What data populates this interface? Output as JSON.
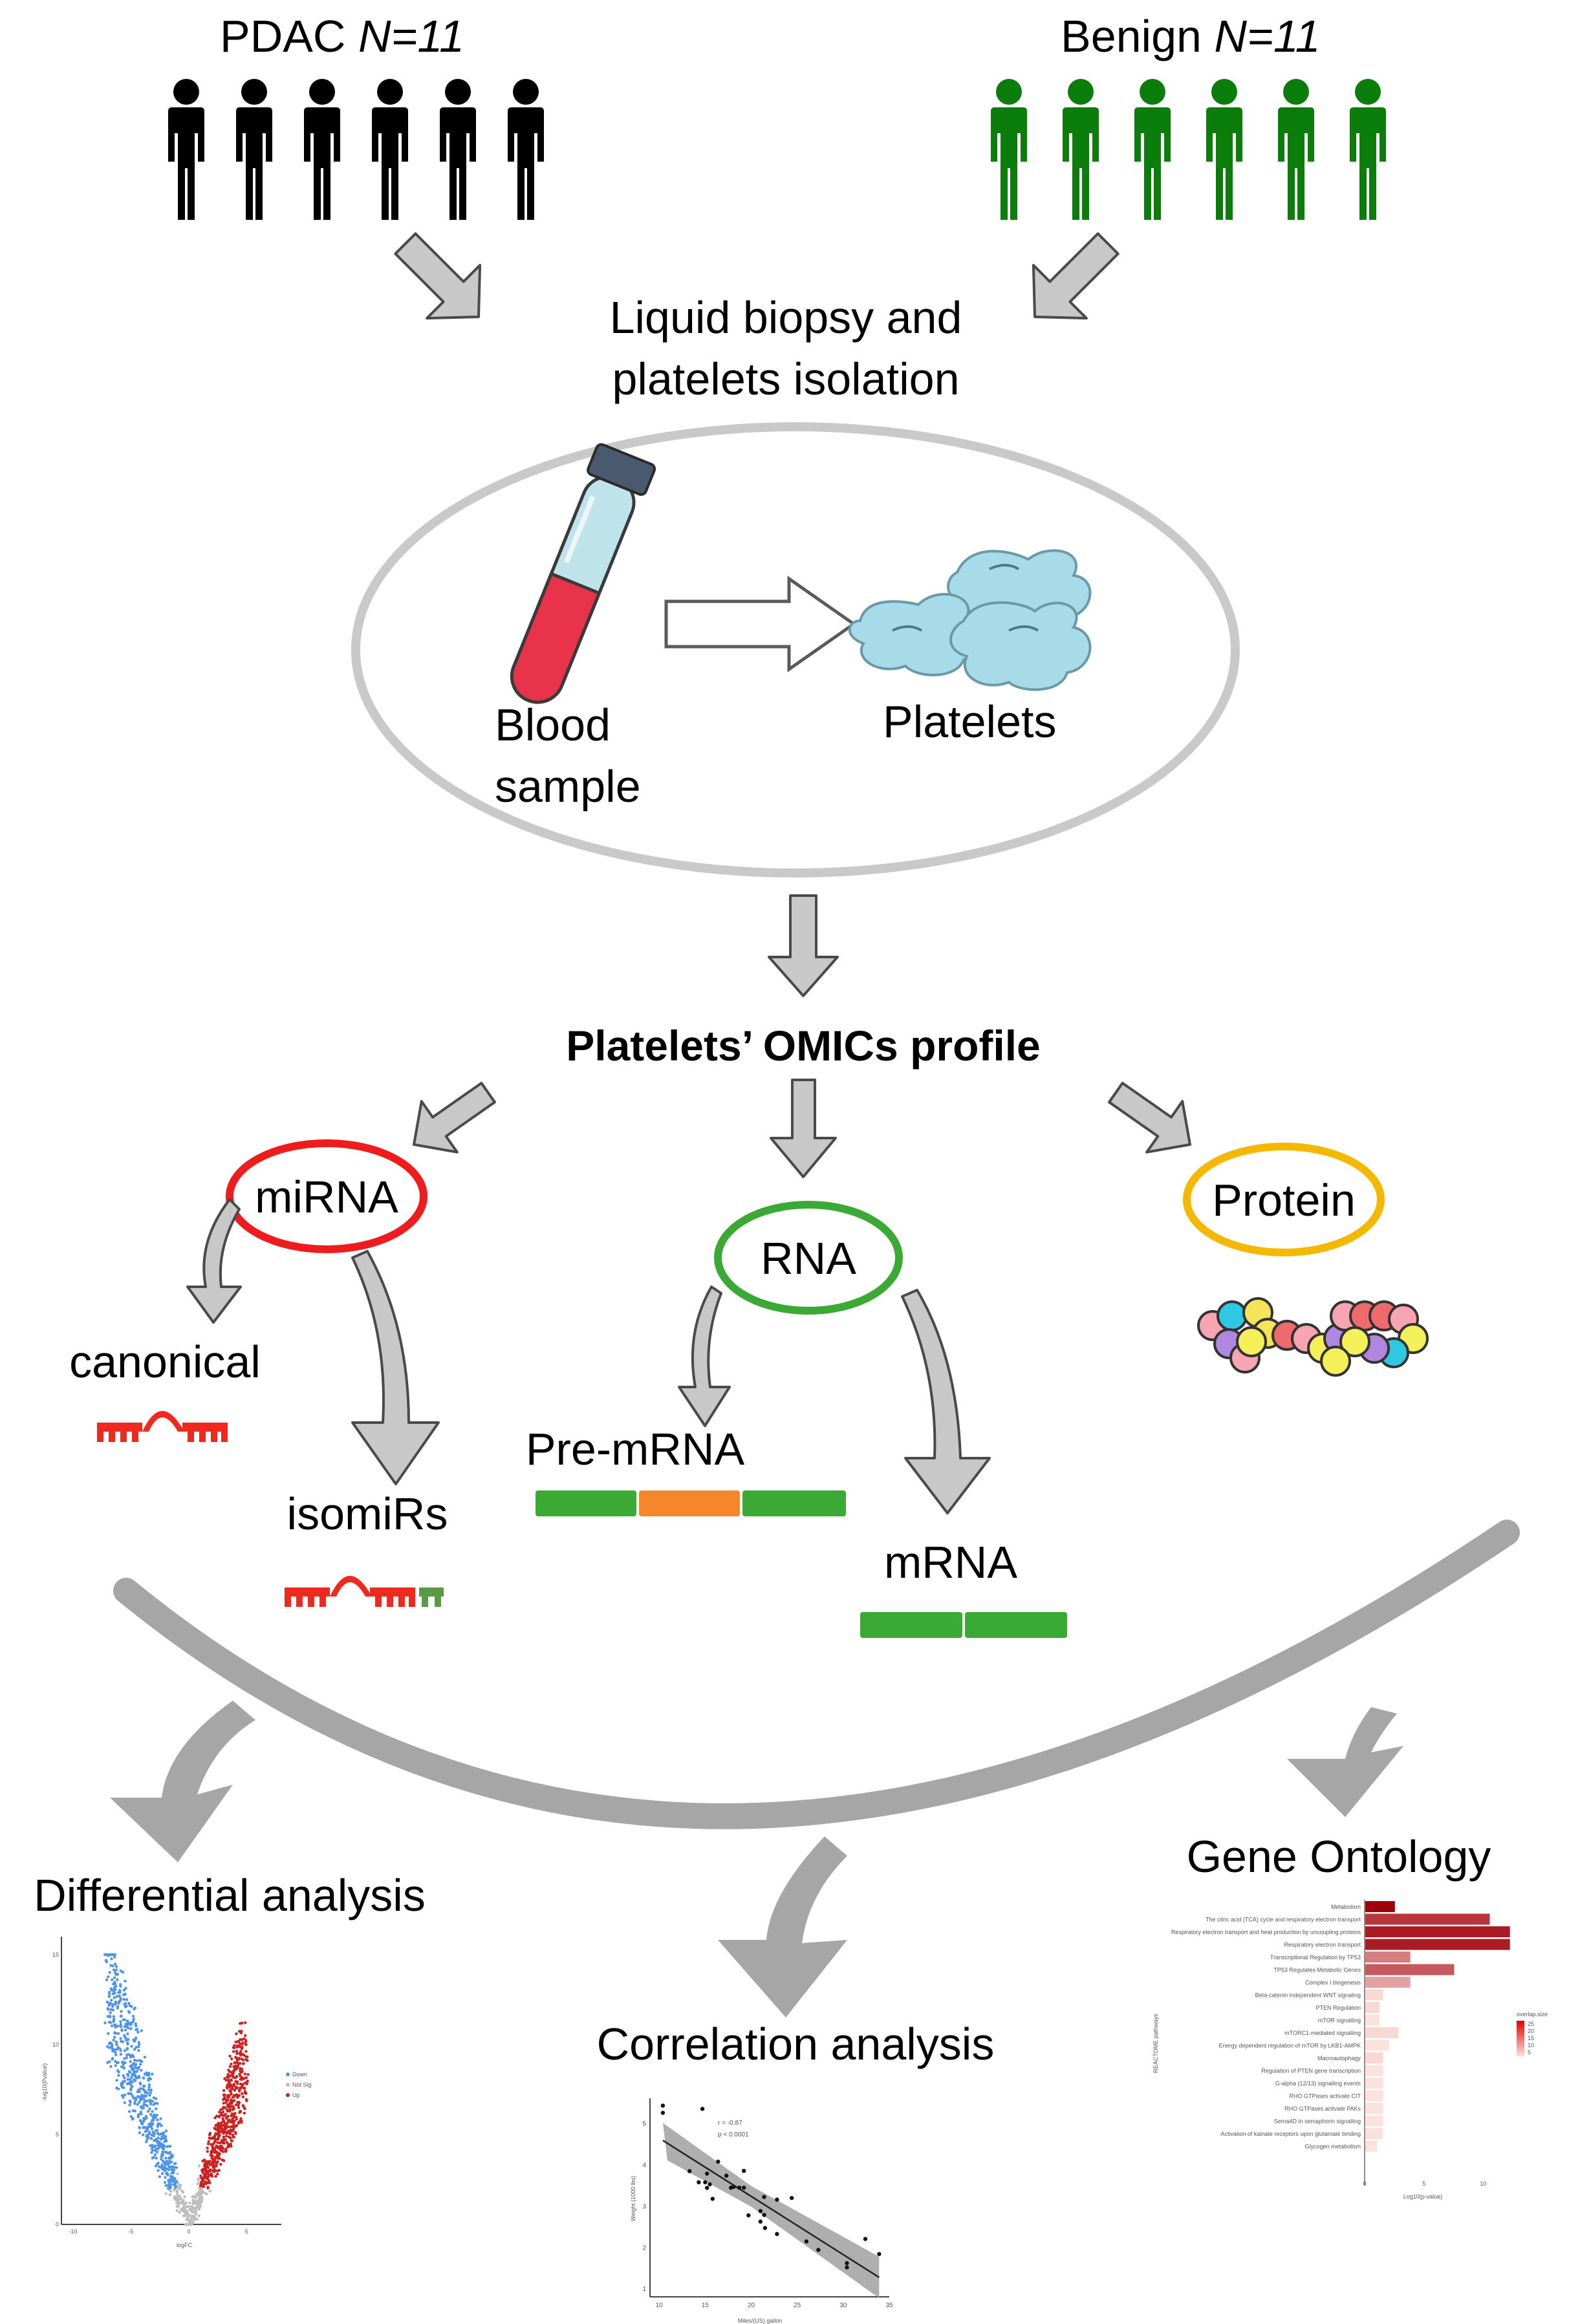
{
  "groups": {
    "pdac": {
      "label": "PDAC ",
      "n": "N=11",
      "color": "#000000"
    },
    "benign": {
      "label": "Benign ",
      "n": "N=11",
      "color": "#0b7d0b"
    }
  },
  "step1": {
    "line1": "Liquid biopsy and",
    "line2": "platelets isolation"
  },
  "isolation": {
    "blood_line1": "Blood",
    "blood_line2": "sample",
    "platelets": "Platelets"
  },
  "omics": {
    "title": "Platelets’ OMICs profile"
  },
  "mirna": {
    "label": "miRNA",
    "color": "#ee1c1c",
    "canonical": "canonical",
    "isomirs": "isomiRs"
  },
  "rna": {
    "label": "RNA",
    "color": "#3aaa35",
    "pre_mrna": "Pre-mRNA",
    "mrna": "mRNA"
  },
  "protein": {
    "label": "Protein",
    "color": "#f5b800"
  },
  "analyses": {
    "differential": "Differential analysis",
    "correlation": "Correlation analysis",
    "gene_ontology": "Gene Ontology"
  },
  "volcano": {
    "xlabel": "logFC",
    "ylabel": "-log10(Pvalue)",
    "xticks": [
      "-10",
      "-5",
      "0",
      "5"
    ],
    "yticks": [
      "0",
      "5",
      "10",
      "15"
    ],
    "legend": [
      {
        "label": "Down",
        "color": "#4f94e8"
      },
      {
        "label": "Not Sig",
        "color": "#bdbdbd"
      },
      {
        "label": "Up",
        "color": "#cc2222"
      }
    ]
  },
  "correlation_plot": {
    "xlabel": "Miles/(US) gallon",
    "ylabel": "Weight (1000 lbs)",
    "xticks": [
      "10",
      "15",
      "20",
      "25",
      "30",
      "35"
    ],
    "yticks": [
      "1",
      "2",
      "3",
      "4",
      "5"
    ],
    "r_text": "r = -0.87",
    "p_text": "p < 0.0001"
  },
  "chart_data": {
    "type": "bar",
    "ylabel": "REACTOME pathways",
    "xlabel": "Log10(p-value)",
    "xticks": [
      "0",
      "5",
      "10"
    ],
    "legend_title": "overlap.size",
    "legend_ticks": [
      "25",
      "20",
      "15",
      "10",
      "5"
    ],
    "categories": [
      "Metabolism",
      "The citric acid (TCA) cycle and respiratory electron transport",
      "Respiratory electron transport and heat production by uncoupling proteins",
      "Respiratory electron transport",
      "Transcriptional Regulation by TP53",
      "TP53 Regulates Metabolic Genes",
      "Complex I biogenesis",
      "Beta-catenin independent WNT signaling",
      "PTEN Regulation",
      "mTOR signalling",
      "mTORC1-mediated signalling",
      "Energy dependent regulation of mTOR by LKB1-AMPK",
      "Macroautophagy",
      "Regulation of PTEN gene transcription",
      "G-alpha (12/13) signalling events",
      "RHO GTPases activate CIT",
      "RHO GTPases activate PAKs",
      "Sema4D in semaphorin signalling",
      "Activation of kainate receptors upon glutamate binding",
      "Glycogen metabolism"
    ],
    "values": [
      2.5,
      10.5,
      12.2,
      12.2,
      3.8,
      7.5,
      3.8,
      1.5,
      1.2,
      1.2,
      2.8,
      2.0,
      1.5,
      1.5,
      1.5,
      1.5,
      1.5,
      1.5,
      1.5,
      1.0
    ],
    "overlap_size": [
      28,
      22,
      25,
      25,
      14,
      18,
      10,
      4,
      4,
      3,
      4,
      3,
      4,
      3,
      3,
      3,
      3,
      3,
      3,
      3
    ],
    "xlim": [
      0,
      12
    ]
  }
}
